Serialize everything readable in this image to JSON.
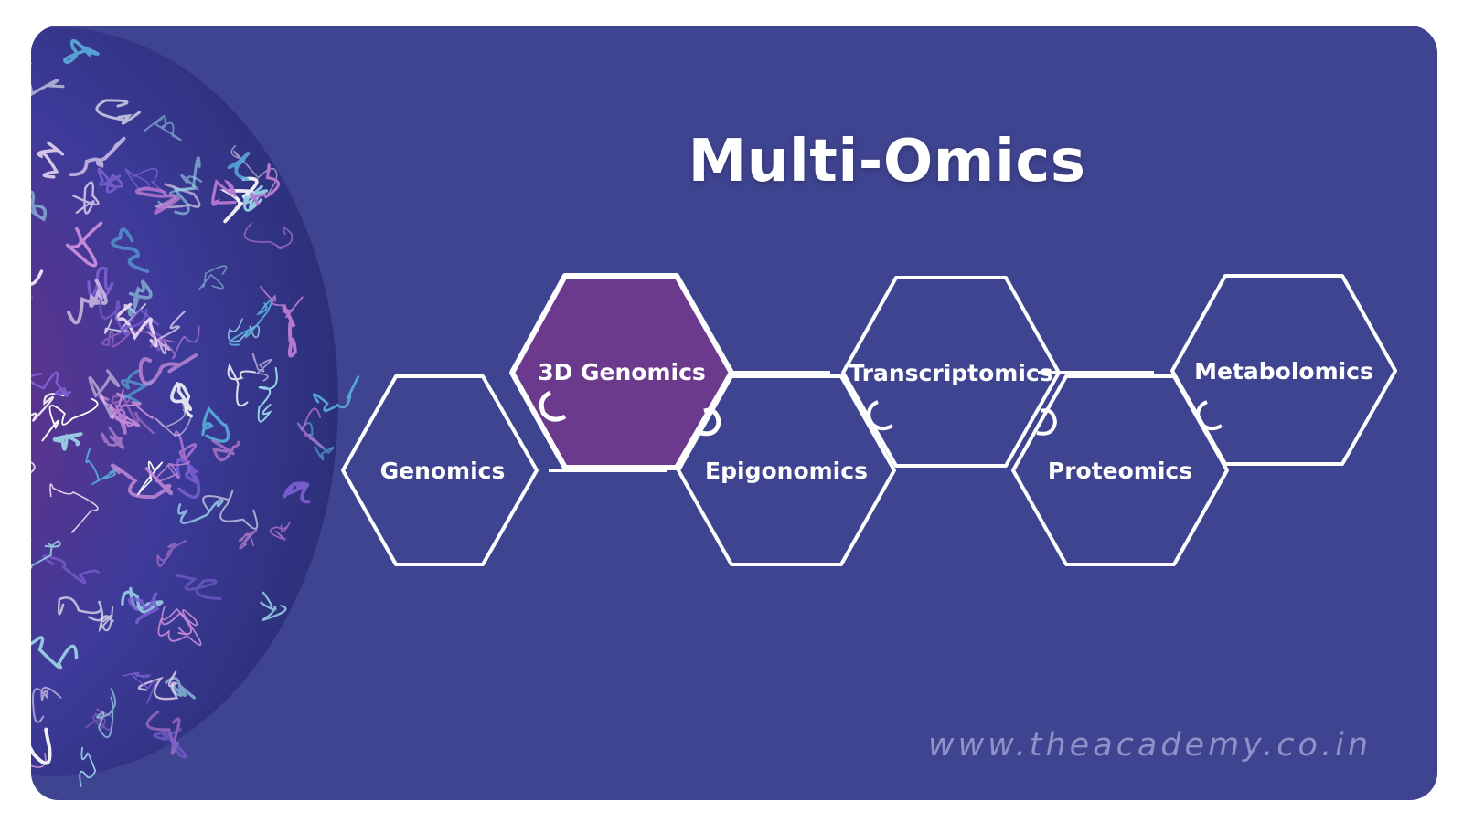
{
  "title": "Multi-Omics",
  "hexagons": [
    {
      "label": "Genomics",
      "highlighted": false
    },
    {
      "label": "3D Genomics",
      "highlighted": true
    },
    {
      "label": "Epigonomics",
      "highlighted": false
    },
    {
      "label": "Transcriptomics",
      "highlighted": false
    },
    {
      "label": "Proteomics",
      "highlighted": false
    },
    {
      "label": "Metabolomics",
      "highlighted": false
    }
  ],
  "watermark": "www.theacademy.co.in",
  "colors": {
    "background": "#3f4490",
    "highlight_fill": "#6c3a8c",
    "outline": "#ffffff",
    "watermark": "#8e92c8"
  }
}
